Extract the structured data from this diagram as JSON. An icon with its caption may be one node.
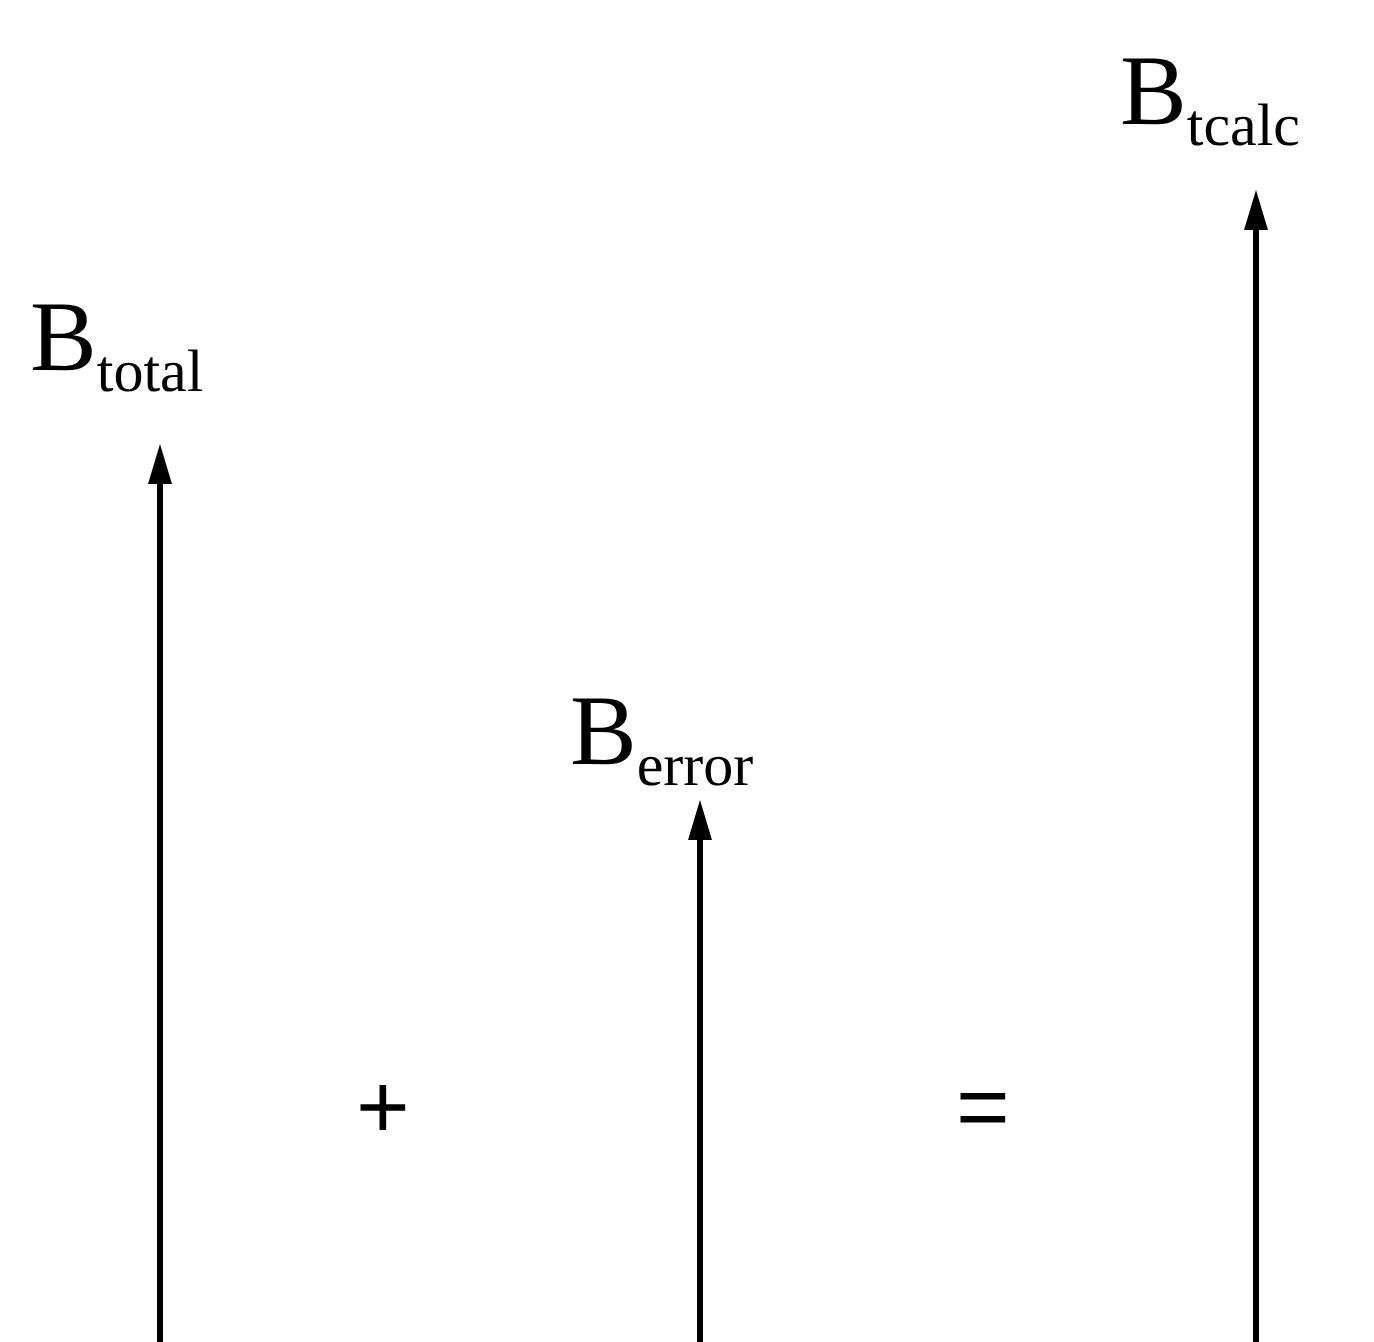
{
  "diagram": {
    "labels": [
      "B$_{tcalc}$",
      "B$_{total}$",
      "B$_{error}$",
      "+",
      "="
    ]
  }
}
